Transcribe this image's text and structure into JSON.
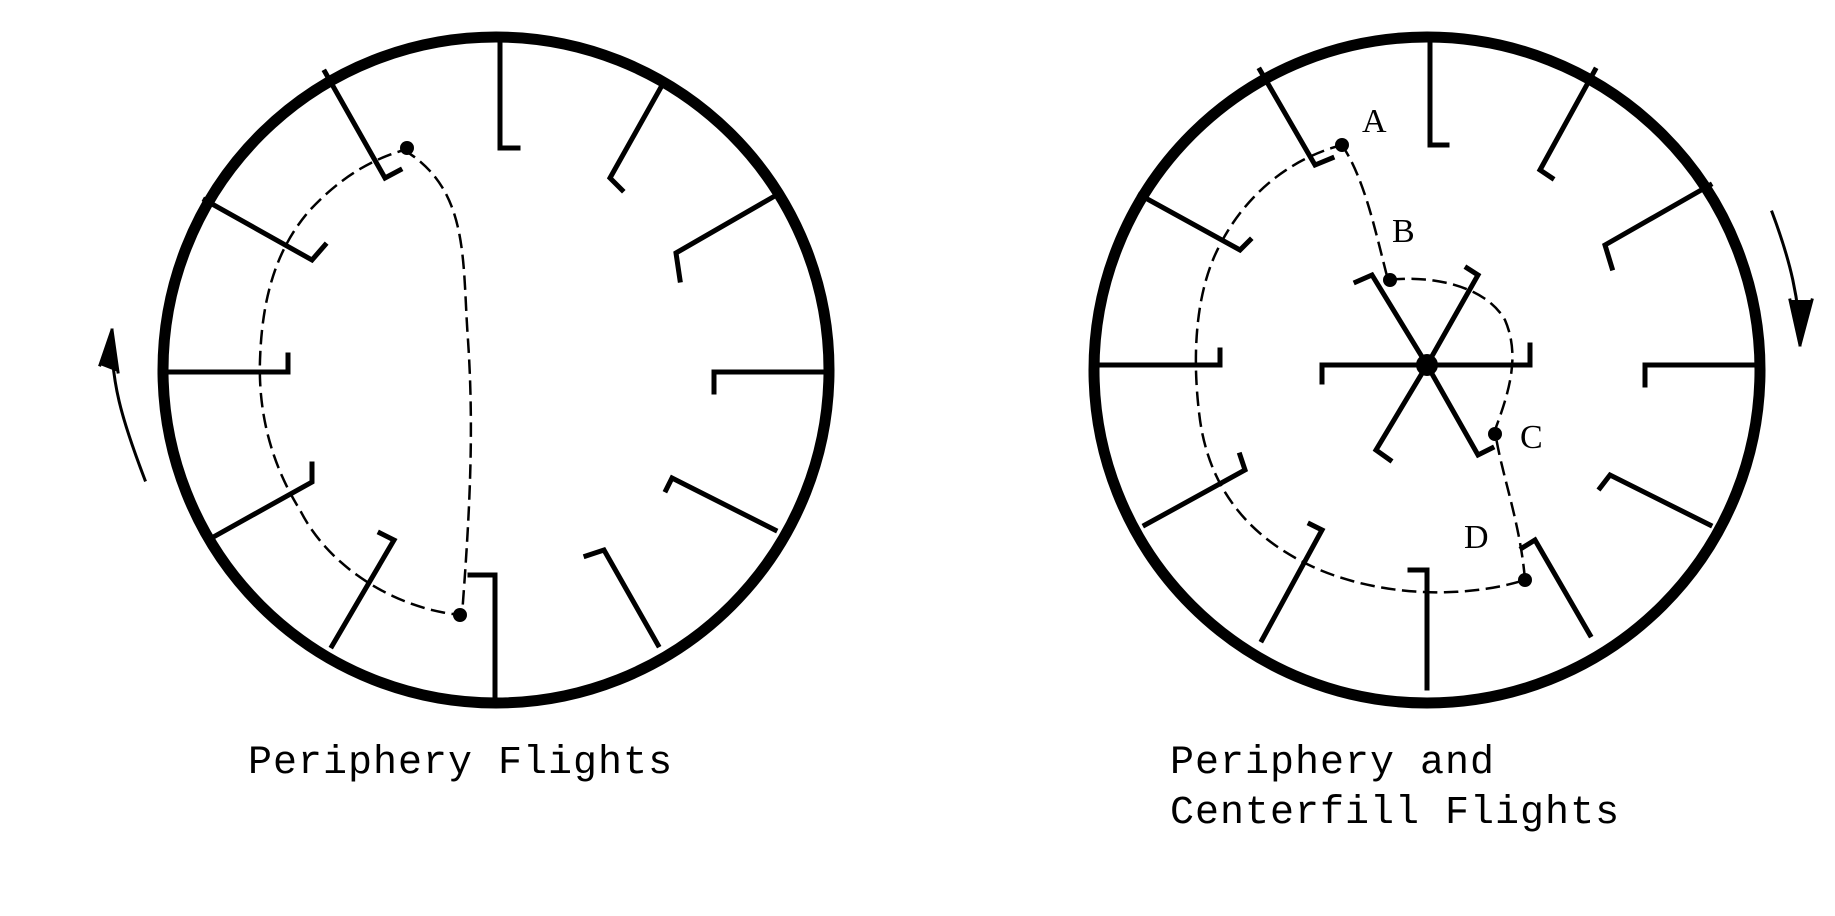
{
  "diagrams": [
    {
      "caption": "Periphery Flights"
    },
    {
      "caption_line1": "Periphery and",
      "caption_line2": "Centerfill Flights"
    }
  ],
  "points": {
    "a": "A",
    "b": "B",
    "c": "C",
    "d": "D"
  },
  "colors": {
    "ink": "#000000",
    "paper": "#ffffff"
  }
}
